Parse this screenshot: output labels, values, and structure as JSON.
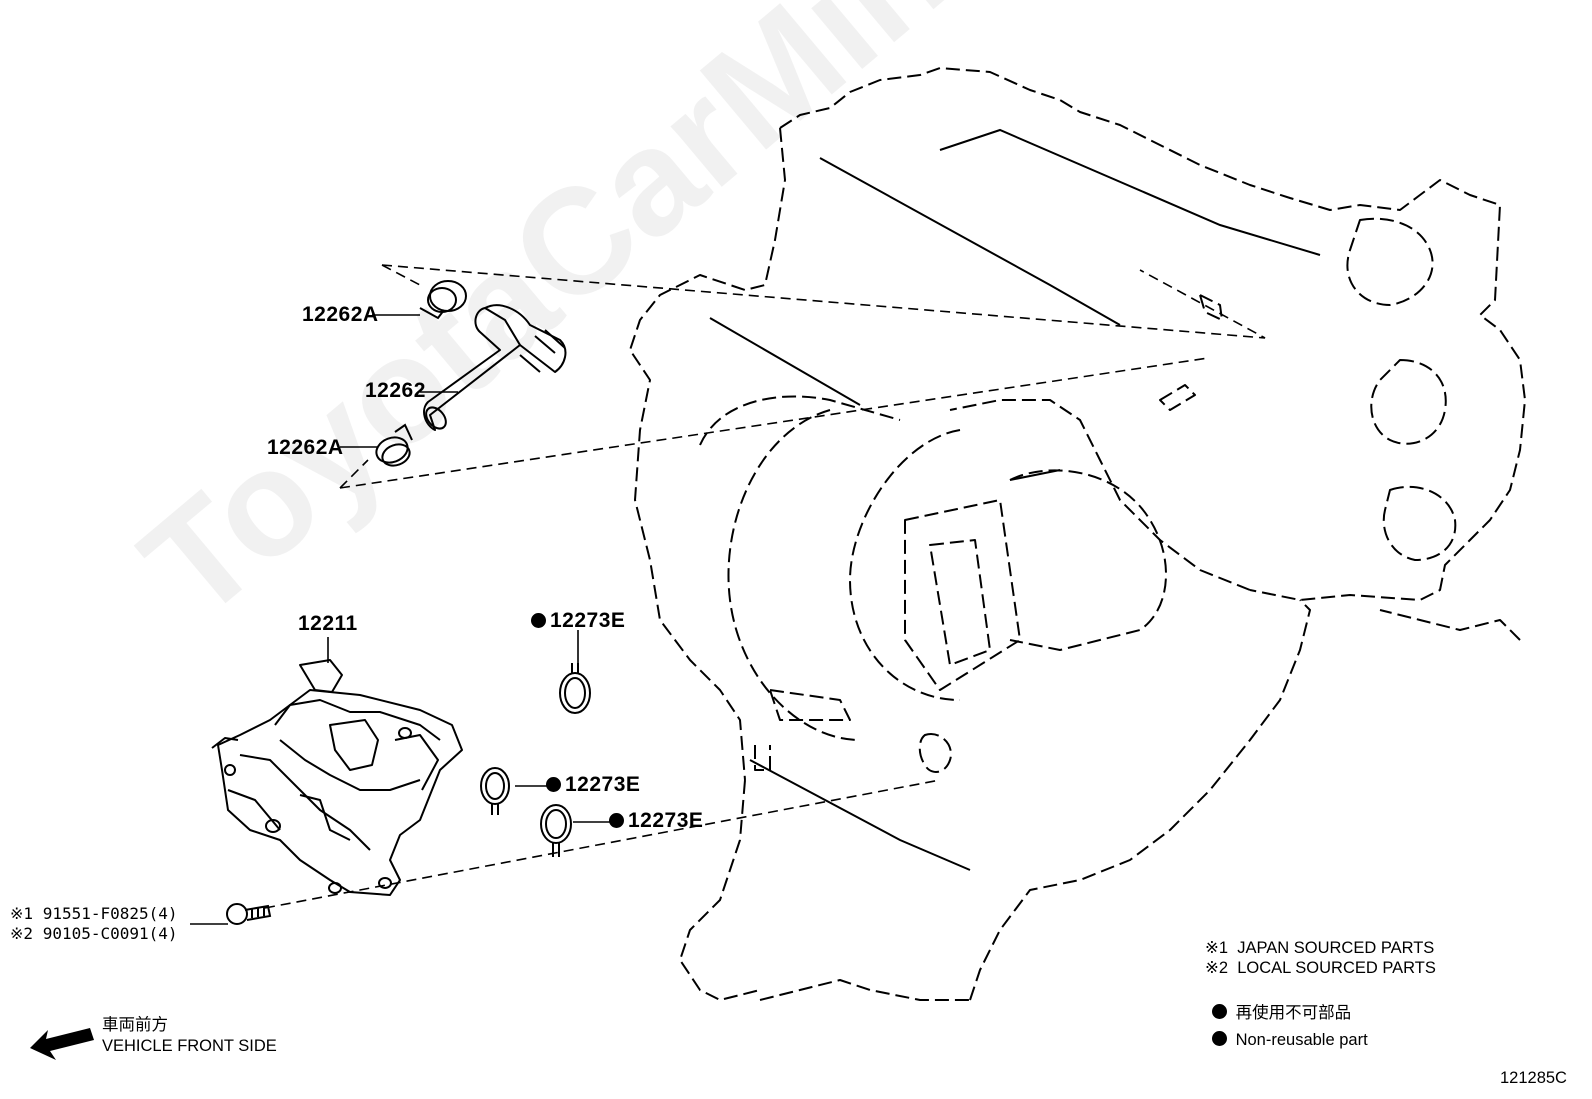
{
  "watermark": "ToyotaCarMine.ru",
  "callouts": {
    "clip_upper": "12262A",
    "hose": "12262",
    "clip_lower": "12262A",
    "cover": "12211",
    "gasket_1": "12273E",
    "gasket_2": "12273E",
    "gasket_3": "12273E",
    "bolt_1_mark": "※1",
    "bolt_1": "91551-F0825(4)",
    "bolt_2_mark": "※2",
    "bolt_2": "90105-C0091(4)"
  },
  "direction": {
    "label_jp": "車両前方",
    "label_en": "VEHICLE FRONT SIDE"
  },
  "legend": {
    "item_1_mark": "※1",
    "item_1": "JAPAN SOURCED PARTS",
    "item_2_mark": "※2",
    "item_2": "LOCAL SOURCED PARTS",
    "nonreusable_jp": "再使用不可部品",
    "nonreusable_en": "Non-reusable part"
  },
  "figure_id": "121285C"
}
